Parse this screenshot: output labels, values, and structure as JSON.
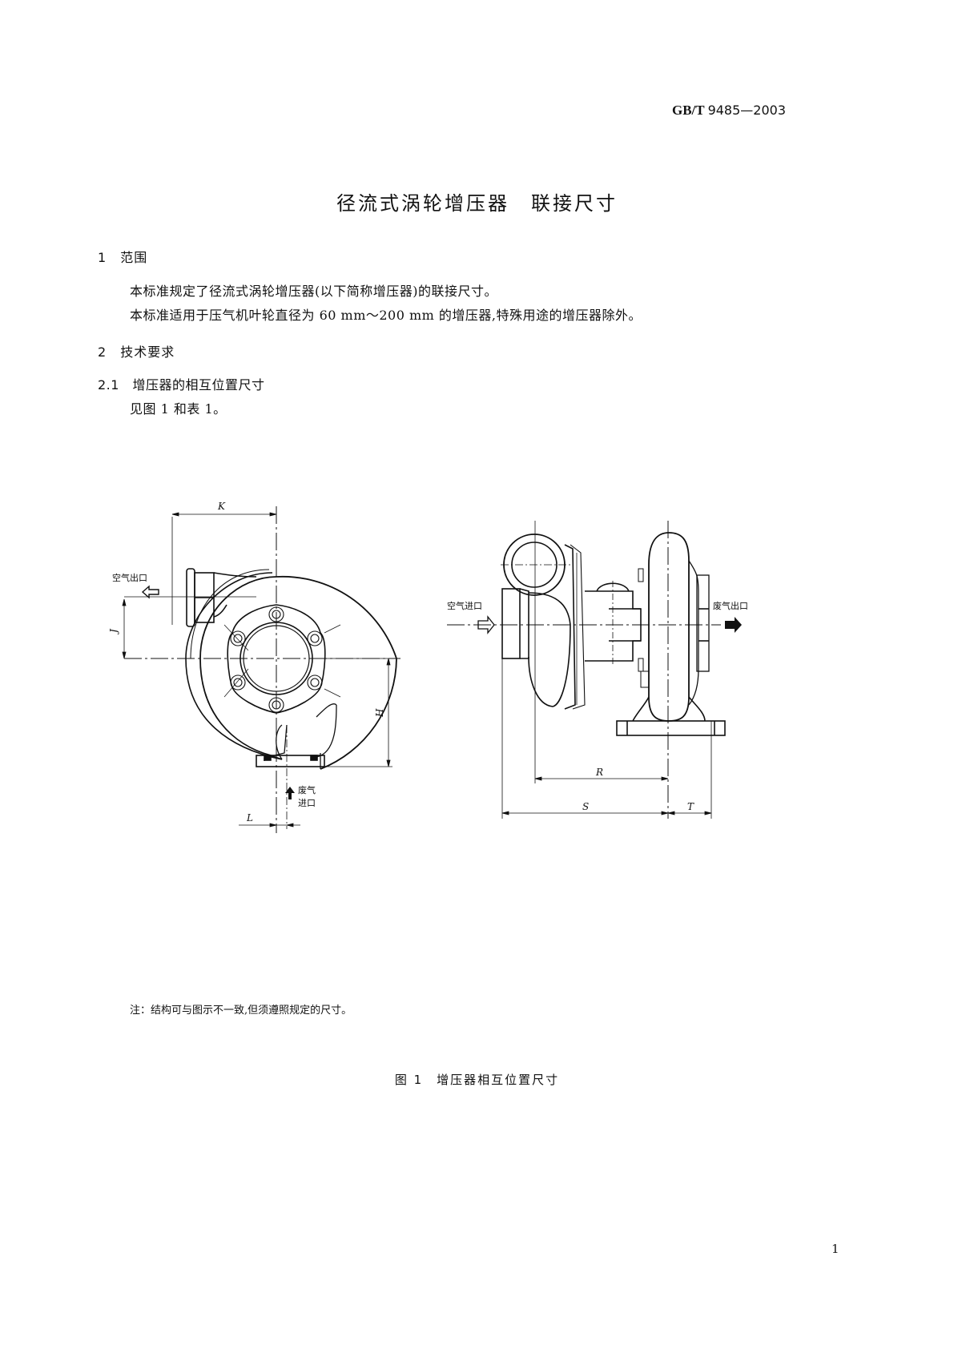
{
  "header": {
    "standard_prefix": "GB/T",
    "standard_number": "9485—2003"
  },
  "title": "径流式涡轮增压器　联接尺寸",
  "sections": [
    {
      "number": "1",
      "heading": "范围",
      "paragraphs": [
        "本标准规定了径流式涡轮增压器(以下简称增压器)的联接尺寸。",
        "本标准适用于压气机叶轮直径为 60 mm～200 mm 的增压器,特殊用途的增压器除外。"
      ]
    },
    {
      "number": "2",
      "heading": "技术要求"
    },
    {
      "number": "2.1",
      "heading": "增压器的相互位置尺寸",
      "paragraphs": [
        "见图 1 和表 1。"
      ]
    }
  ],
  "figure": {
    "labels": {
      "air_outlet_left": "空气出口",
      "exhaust_inlet_1": "废气",
      "exhaust_inlet_2": "进口",
      "air_inlet": "空气进口",
      "exhaust_outlet": "废气出口"
    },
    "dimensions": {
      "K": "K",
      "J": "J",
      "H": "H",
      "L": "L",
      "R": "R",
      "S": "S",
      "T": "T"
    },
    "note": "注：结构可与图示不一致,但须遵照规定的尺寸。",
    "caption": "图 1　增压器相互位置尺寸"
  },
  "page_number": "1"
}
